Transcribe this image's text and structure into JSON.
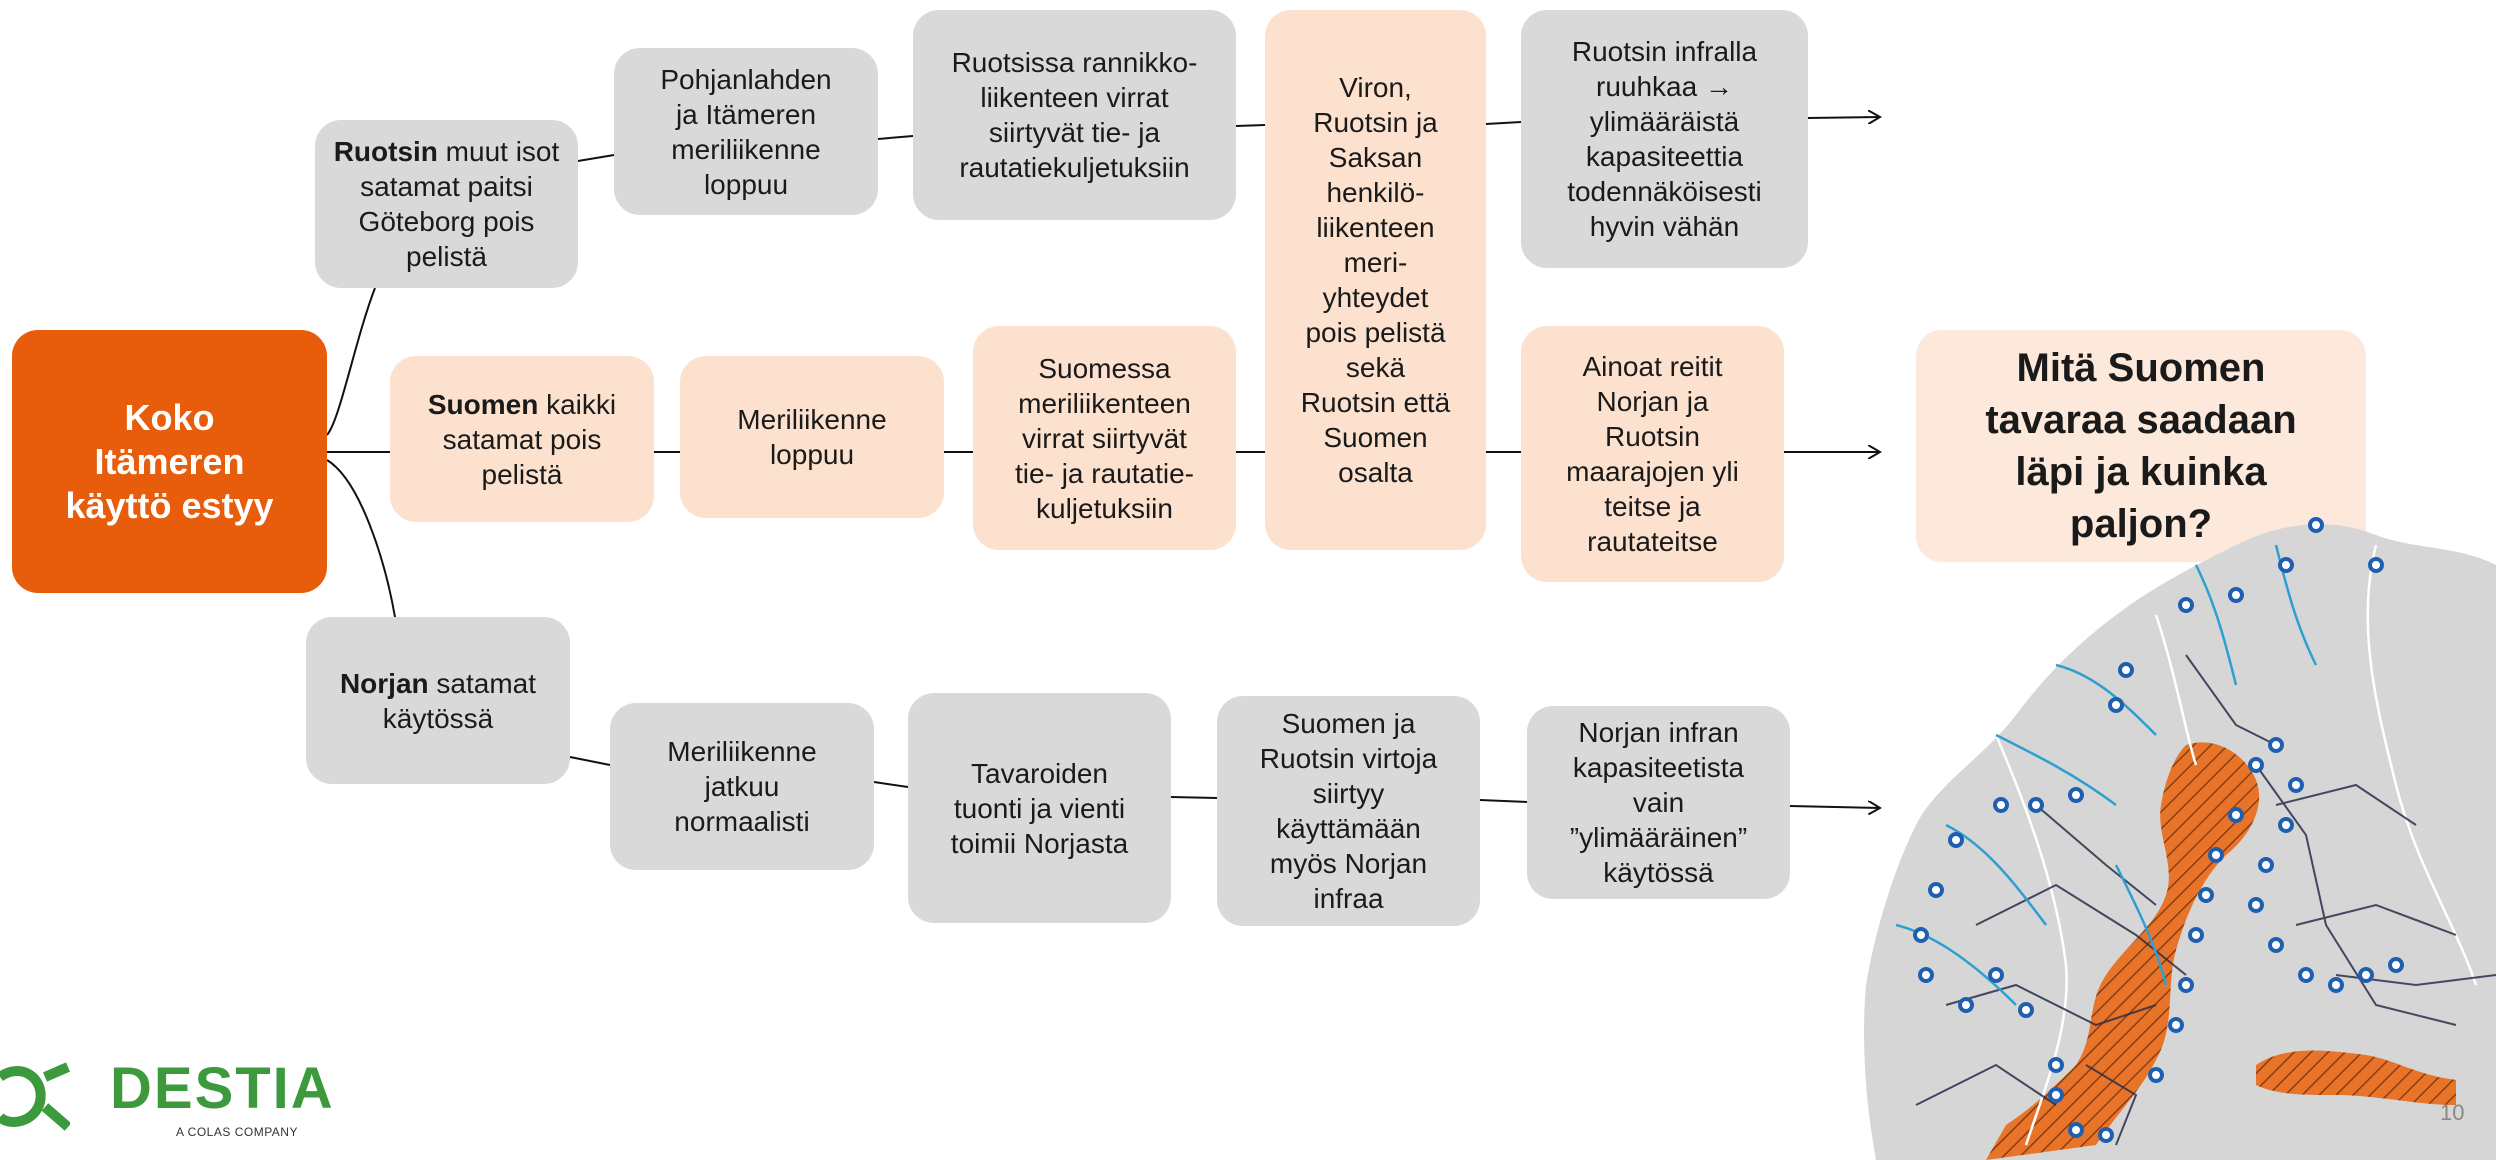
{
  "colors": {
    "accent_orange": "#e85d0c",
    "peach": "#fde1cf",
    "grey_box": "#d9d9d9",
    "question_bg": "#fde8dc",
    "brand_green": "#3c9a3c",
    "map_sea_hatch": "#e8742a",
    "map_rail_blue": "#2e9fd0",
    "map_port_blue": "#1f5fb0"
  },
  "root": {
    "text": "Koko\nItämeren\nkäyttö estyy"
  },
  "question": {
    "text": "Mitä Suomen tavaraa saadaan läpi ja kuinka paljon?"
  },
  "rows": {
    "sweden": {
      "start_bold": "Ruotsin",
      "start_rest": " muut isot satamat paitsi Göteborg pois pelistä",
      "steps": [
        "Pohjanlahden\nja Itämeren\nmeriliikenne\nloppuu",
        "Ruotsissa rannikko-\nliikenteen virrat\nsiirtyvät tie- ja\nrautatiekuljetuksiin"
      ],
      "end": "Ruotsin infralla\nruuhkaa →\nylimääräistä\nkapasiteettia\ntodennäköisesti\nhyvin vähän"
    },
    "finland": {
      "start_bold": "Suomen",
      "start_rest": " kaikki satamat pois pelistä",
      "steps": [
        "Meriliikenne\nloppuu",
        "Suomessa\nmeriliikenteen\nvirrat siirtyvät\ntie- ja rautatie-\nkuljetuksiin"
      ],
      "end": "Ainoat reitit\nNorjan ja\nRuotsin\nmaarajojen yli\nteitse ja\nrautateitse"
    },
    "norway": {
      "start_bold": "Norjan",
      "start_rest": " satamat käytössä",
      "steps": [
        "Meriliikenne\njatkuu\nnormaalisti",
        "Tavaroiden\ntuonti ja vienti\ntoimii Norjasta",
        "Suomen ja\nRuotsin virtoja\nsiirtyy\nkäyttämään\nmyös Norjan\ninfraa"
      ],
      "end": "Norjan infran\nkapasiteetista\nvain\n”ylimääräinen”\nkäytössä"
    }
  },
  "middle_column": {
    "text": "Viron,\nRuotsin ja\nSaksan\nhenkilö-\nliikenteen\nmeri-\nyhteydet\npois pelistä\nsekä\nRuotsin että\nSuomen\nosalta"
  },
  "logo": {
    "name": "DESTIA",
    "tagline": "A COLAS COMPANY"
  },
  "page_number": "10",
  "map": {
    "icon": "nordic-rail-port-map"
  }
}
